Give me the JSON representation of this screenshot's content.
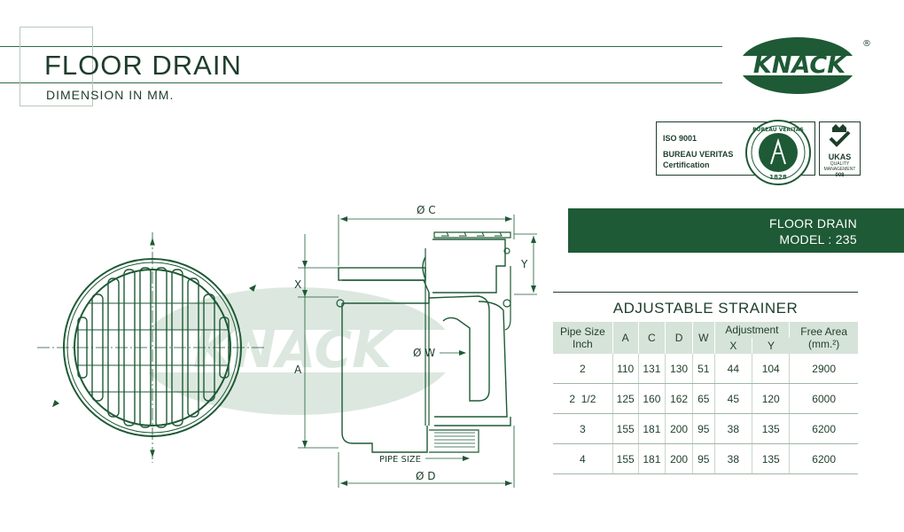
{
  "header": {
    "title": "FLOOR DRAIN",
    "subtitle": "DIMENSION IN MM."
  },
  "brand": {
    "logo_text": "KNACK",
    "registered_mark": "®",
    "color": "#1e5a35"
  },
  "certification": {
    "line1": "ISO 9001",
    "line2": "BUREAU VERITAS",
    "line3": "Certification",
    "seal_top": "BUREAU VERITAS",
    "seal_year": "1828",
    "ukas_label": "UKAS",
    "ukas_sub1": "QUALITY",
    "ukas_sub2": "MANAGEMENT",
    "ukas_number": "008"
  },
  "product": {
    "name": "FLOOR DRAIN",
    "model": "MODEL : 235"
  },
  "drawing": {
    "watermark": "KNACK",
    "labels": {
      "c": "Ø C",
      "d": "Ø D",
      "w": "Ø W",
      "x": "X",
      "y": "Y",
      "a": "A",
      "pipe_size": "PIPE SIZE"
    }
  },
  "table": {
    "title": "ADJUSTABLE  STRAINER",
    "headers": {
      "pipe_size_1": "Pipe Size",
      "pipe_size_2": "Inch",
      "a": "A",
      "c": "C",
      "d": "D",
      "w": "W",
      "adjustment": "Adjustment",
      "x": "X",
      "y": "Y",
      "free_area_1": "Free Area",
      "free_area_2": "(mm.²)"
    },
    "rows": [
      {
        "pipe": "2",
        "a": "110",
        "c": "131",
        "d": "130",
        "w": "51",
        "x": "44",
        "y": "104",
        "free": "2900"
      },
      {
        "pipe": "2  1/2",
        "a": "125",
        "c": "160",
        "d": "162",
        "w": "65",
        "x": "45",
        "y": "120",
        "free": "6000"
      },
      {
        "pipe": "3",
        "a": "155",
        "c": "181",
        "d": "200",
        "w": "95",
        "x": "38",
        "y": "135",
        "free": "6200"
      },
      {
        "pipe": "4",
        "a": "155",
        "c": "181",
        "d": "200",
        "w": "95",
        "x": "38",
        "y": "135",
        "free": "6200"
      }
    ]
  }
}
